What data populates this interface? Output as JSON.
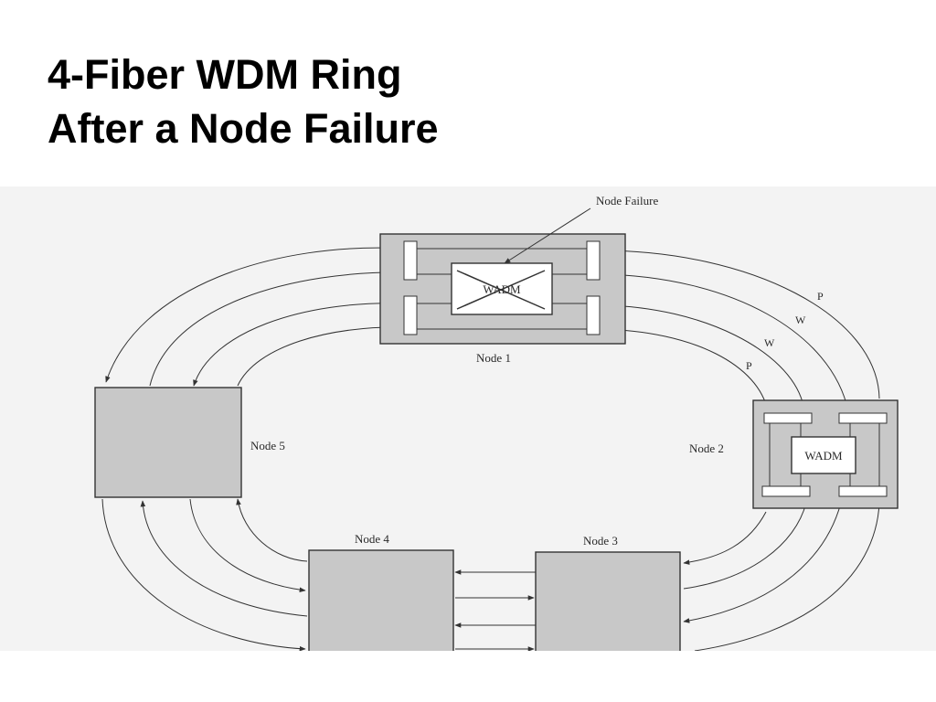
{
  "slide": {
    "title_line1": "4-Fiber WDM Ring",
    "title_line2": "After a Node Failure"
  },
  "diagram": {
    "failure_callout": "Node Failure",
    "node1": {
      "label": "Node 1",
      "module": "WADM"
    },
    "node2": {
      "label": "Node 2",
      "module": "WADM"
    },
    "node3": {
      "label": "Node 3"
    },
    "node4": {
      "label": "Node 4"
    },
    "node5": {
      "label": "Node 5"
    },
    "fiber_labels": {
      "protection_outer": "P",
      "working_outer": "W",
      "working_inner": "W",
      "protection_inner": "P"
    }
  }
}
